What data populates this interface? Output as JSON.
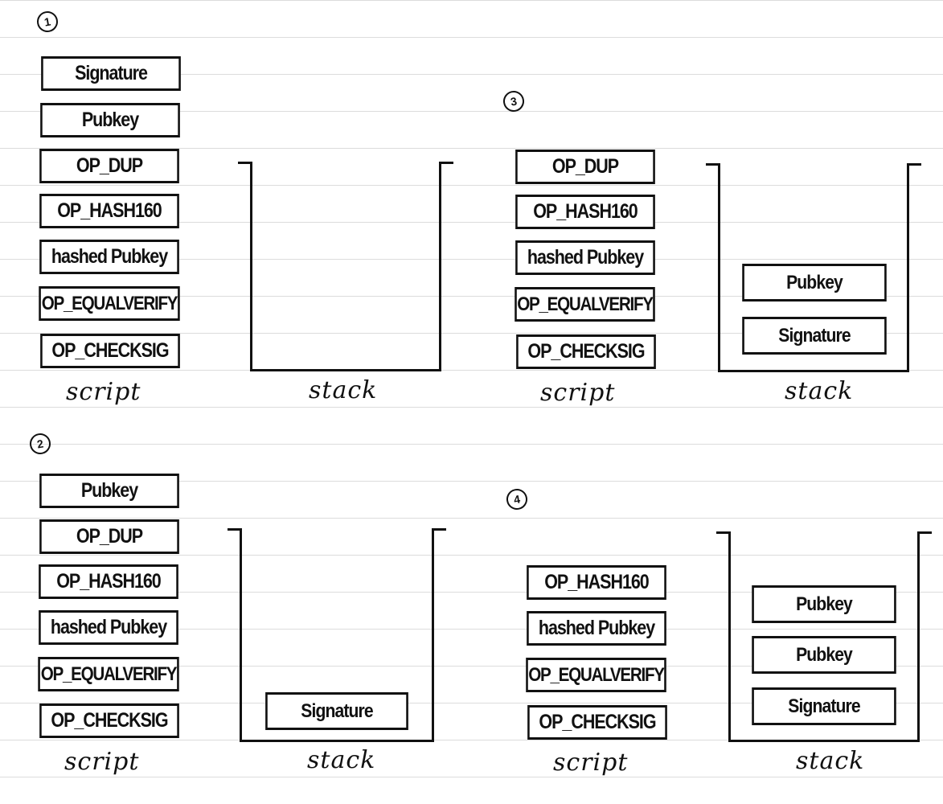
{
  "panels": [
    {
      "number": "1",
      "script": [
        "Signature",
        "Pubkey",
        "OP_DUP",
        "OP_HASH160",
        "hashed Pubkey",
        "OP_EQUALVERIFY",
        "OP_CHECKSIG"
      ],
      "stack": [],
      "script_caption": "script",
      "stack_caption": "stack"
    },
    {
      "number": "2",
      "script": [
        "Pubkey",
        "OP_DUP",
        "OP_HASH160",
        "hashed Pubkey",
        "OP_EQUALVERIFY",
        "OP_CHECKSIG"
      ],
      "stack": [
        "Signature"
      ],
      "script_caption": "script",
      "stack_caption": "stack"
    },
    {
      "number": "3",
      "script": [
        "OP_DUP",
        "OP_HASH160",
        "hashed Pubkey",
        "OP_EQUALVERIFY",
        "OP_CHECKSIG"
      ],
      "stack": [
        "Pubkey",
        "Signature"
      ],
      "script_caption": "script",
      "stack_caption": "stack"
    },
    {
      "number": "4",
      "script": [
        "OP_HASH160",
        "hashed Pubkey",
        "OP_EQUALVERIFY",
        "OP_CHECKSIG"
      ],
      "stack": [
        "Pubkey",
        "Pubkey",
        "Signature"
      ],
      "script_caption": "script",
      "stack_caption": "stack"
    }
  ]
}
